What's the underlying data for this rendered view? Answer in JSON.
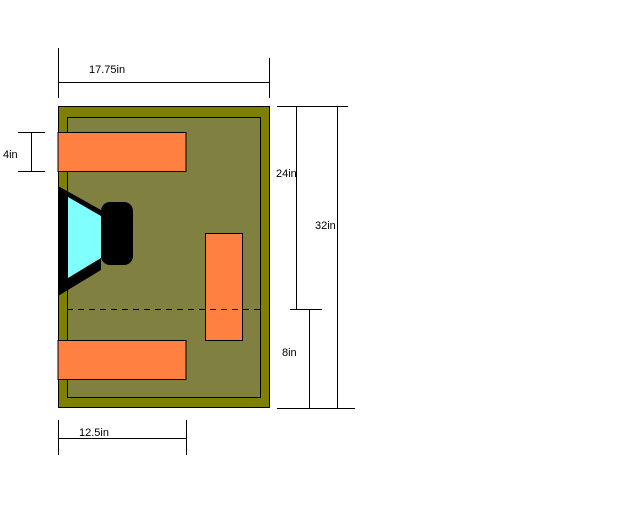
{
  "dimensions": {
    "overall_width": "17.75in",
    "port_length": "12.5in",
    "port_height": "4in",
    "upper_height": "24in",
    "overall_height": "32in",
    "lower_height": "8in"
  },
  "colors": {
    "enclosure_outer": "#808000",
    "enclosure_inner": "#808040",
    "port": "#ff8040",
    "speaker_cone": "#80ffff",
    "speaker_frame": "#000000"
  }
}
